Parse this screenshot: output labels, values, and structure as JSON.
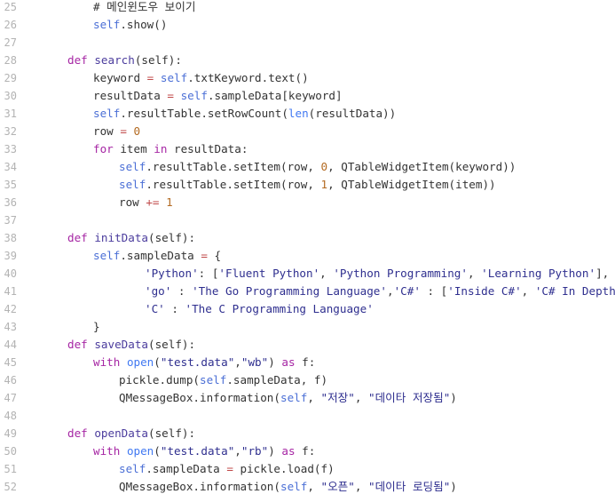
{
  "code_view": {
    "lines": [
      {
        "n": "25",
        "indent": 2,
        "tokens": [
          [
            "com",
            "# 메인윈도우 보이기"
          ]
        ]
      },
      {
        "n": "26",
        "indent": 2,
        "tokens": [
          [
            "self",
            "self"
          ],
          [
            "plain",
            ".show()"
          ]
        ]
      },
      {
        "n": "27",
        "indent": 0,
        "tokens": []
      },
      {
        "n": "28",
        "indent": 1,
        "tokens": [
          [
            "kw",
            "def"
          ],
          [
            "plain",
            " "
          ],
          [
            "fn",
            "search"
          ],
          [
            "plain",
            "(self):"
          ]
        ]
      },
      {
        "n": "29",
        "indent": 2,
        "tokens": [
          [
            "plain",
            "keyword "
          ],
          [
            "op",
            "="
          ],
          [
            "plain",
            " "
          ],
          [
            "self",
            "self"
          ],
          [
            "plain",
            ".txtKeyword.text()"
          ]
        ]
      },
      {
        "n": "30",
        "indent": 2,
        "tokens": [
          [
            "plain",
            "resultData "
          ],
          [
            "op",
            "="
          ],
          [
            "plain",
            " "
          ],
          [
            "self",
            "self"
          ],
          [
            "plain",
            ".sampleData[keyword]"
          ]
        ]
      },
      {
        "n": "31",
        "indent": 2,
        "tokens": [
          [
            "self",
            "self"
          ],
          [
            "plain",
            ".resultTable.setRowCount("
          ],
          [
            "builtin",
            "len"
          ],
          [
            "plain",
            "(resultData))"
          ]
        ]
      },
      {
        "n": "32",
        "indent": 2,
        "tokens": [
          [
            "plain",
            "row "
          ],
          [
            "op",
            "="
          ],
          [
            "plain",
            " "
          ],
          [
            "num",
            "0"
          ]
        ]
      },
      {
        "n": "33",
        "indent": 2,
        "tokens": [
          [
            "kw",
            "for"
          ],
          [
            "plain",
            " item "
          ],
          [
            "kw",
            "in"
          ],
          [
            "plain",
            " resultData:"
          ]
        ]
      },
      {
        "n": "34",
        "indent": 3,
        "tokens": [
          [
            "self",
            "self"
          ],
          [
            "plain",
            ".resultTable.setItem(row, "
          ],
          [
            "num",
            "0"
          ],
          [
            "plain",
            ", QTableWidgetItem(keyword))"
          ]
        ]
      },
      {
        "n": "35",
        "indent": 3,
        "tokens": [
          [
            "self",
            "self"
          ],
          [
            "plain",
            ".resultTable.setItem(row, "
          ],
          [
            "num",
            "1"
          ],
          [
            "plain",
            ", QTableWidgetItem(item))"
          ]
        ]
      },
      {
        "n": "36",
        "indent": 3,
        "tokens": [
          [
            "plain",
            "row "
          ],
          [
            "op",
            "+="
          ],
          [
            "plain",
            " "
          ],
          [
            "num",
            "1"
          ]
        ]
      },
      {
        "n": "37",
        "indent": 0,
        "tokens": []
      },
      {
        "n": "38",
        "indent": 1,
        "tokens": [
          [
            "kw",
            "def"
          ],
          [
            "plain",
            " "
          ],
          [
            "fn",
            "initData"
          ],
          [
            "plain",
            "(self):"
          ]
        ]
      },
      {
        "n": "39",
        "indent": 2,
        "tokens": [
          [
            "self",
            "self"
          ],
          [
            "plain",
            ".sampleData "
          ],
          [
            "op",
            "="
          ],
          [
            "plain",
            " {"
          ]
        ]
      },
      {
        "n": "40",
        "indent": 4,
        "tokens": [
          [
            "str",
            "'Python'"
          ],
          [
            "plain",
            ": ["
          ],
          [
            "str",
            "'Fluent Python'"
          ],
          [
            "plain",
            ", "
          ],
          [
            "str",
            "'Python Programming'"
          ],
          [
            "plain",
            ", "
          ],
          [
            "str",
            "'Learning Python'"
          ],
          [
            "plain",
            "],"
          ]
        ]
      },
      {
        "n": "41",
        "indent": 4,
        "tokens": [
          [
            "str",
            "'go'"
          ],
          [
            "plain",
            " : "
          ],
          [
            "str",
            "'The Go Programming Language'"
          ],
          [
            "plain",
            ","
          ],
          [
            "str",
            "'C#'"
          ],
          [
            "plain",
            " : ["
          ],
          [
            "str",
            "'Inside C#'"
          ],
          [
            "plain",
            ", "
          ],
          [
            "str",
            "'C# In Depth'"
          ],
          [
            "plain",
            "],"
          ]
        ]
      },
      {
        "n": "42",
        "indent": 4,
        "tokens": [
          [
            "str",
            "'C'"
          ],
          [
            "plain",
            " : "
          ],
          [
            "str",
            "'The C Programming Language'"
          ]
        ]
      },
      {
        "n": "43",
        "indent": 2,
        "tokens": [
          [
            "plain",
            "}"
          ]
        ]
      },
      {
        "n": "44",
        "indent": 1,
        "tokens": [
          [
            "kw",
            "def"
          ],
          [
            "plain",
            " "
          ],
          [
            "fn",
            "saveData"
          ],
          [
            "plain",
            "(self):"
          ]
        ]
      },
      {
        "n": "45",
        "indent": 2,
        "tokens": [
          [
            "kw",
            "with"
          ],
          [
            "plain",
            " "
          ],
          [
            "builtin",
            "open"
          ],
          [
            "plain",
            "("
          ],
          [
            "str",
            "\"test.data\""
          ],
          [
            "plain",
            ","
          ],
          [
            "str",
            "\"wb\""
          ],
          [
            "plain",
            ") "
          ],
          [
            "kw",
            "as"
          ],
          [
            "plain",
            " f:"
          ]
        ]
      },
      {
        "n": "46",
        "indent": 3,
        "tokens": [
          [
            "plain",
            "pickle.dump("
          ],
          [
            "self",
            "self"
          ],
          [
            "plain",
            ".sampleData, f)"
          ]
        ]
      },
      {
        "n": "47",
        "indent": 3,
        "tokens": [
          [
            "plain",
            "QMessageBox.information("
          ],
          [
            "self",
            "self"
          ],
          [
            "plain",
            ", "
          ],
          [
            "str",
            "\"저장\""
          ],
          [
            "plain",
            ", "
          ],
          [
            "str",
            "\"데이타 저장됨\""
          ],
          [
            "plain",
            ")"
          ]
        ]
      },
      {
        "n": "48",
        "indent": 0,
        "tokens": []
      },
      {
        "n": "49",
        "indent": 1,
        "tokens": [
          [
            "kw",
            "def"
          ],
          [
            "plain",
            " "
          ],
          [
            "fn",
            "openData"
          ],
          [
            "plain",
            "(self):"
          ]
        ]
      },
      {
        "n": "50",
        "indent": 2,
        "tokens": [
          [
            "kw",
            "with"
          ],
          [
            "plain",
            " "
          ],
          [
            "builtin",
            "open"
          ],
          [
            "plain",
            "("
          ],
          [
            "str",
            "\"test.data\""
          ],
          [
            "plain",
            ","
          ],
          [
            "str",
            "\"rb\""
          ],
          [
            "plain",
            ") "
          ],
          [
            "kw",
            "as"
          ],
          [
            "plain",
            " f:"
          ]
        ]
      },
      {
        "n": "51",
        "indent": 3,
        "tokens": [
          [
            "self",
            "self"
          ],
          [
            "plain",
            ".sampleData "
          ],
          [
            "op",
            "="
          ],
          [
            "plain",
            " pickle.load(f)"
          ]
        ]
      },
      {
        "n": "52",
        "indent": 3,
        "tokens": [
          [
            "plain",
            "QMessageBox.information("
          ],
          [
            "self",
            "self"
          ],
          [
            "plain",
            ", "
          ],
          [
            "str",
            "\"오픈\""
          ],
          [
            "plain",
            ", "
          ],
          [
            "str",
            "\"데이타 로딩됨\""
          ],
          [
            "plain",
            ")"
          ]
        ]
      }
    ]
  },
  "colors": {
    "line_number": "#b3b3b3",
    "plain": "#333333",
    "keyword": "#a626a4",
    "function": "#4b3c9d",
    "self": "#4b6fd6",
    "number": "#b36a21",
    "string": "#2f2f8f",
    "operator": "#c04a4a",
    "background": "#ffffff"
  }
}
